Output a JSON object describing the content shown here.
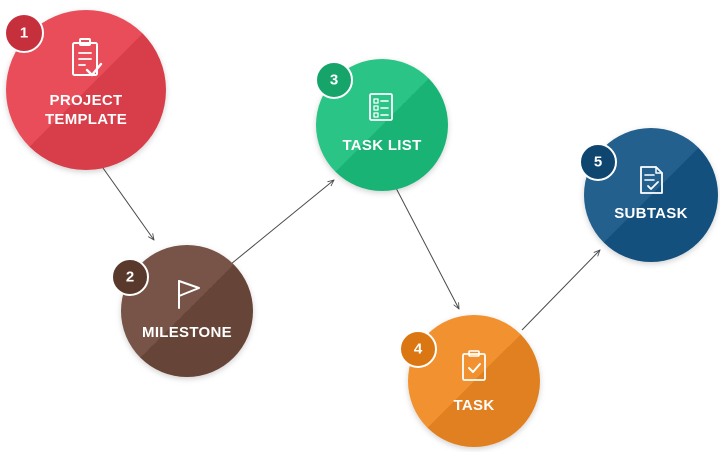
{
  "nodes": [
    {
      "number": "1",
      "label_lines": [
        "PROJECT",
        "TEMPLATE"
      ],
      "icon": "clipboard-check-icon",
      "color": "#e8424f",
      "badge_color": "#c6303c"
    },
    {
      "number": "2",
      "label_lines": [
        "MILESTONE"
      ],
      "icon": "flag-icon",
      "color": "#6e4a3a",
      "badge_color": "#59392c"
    },
    {
      "number": "3",
      "label_lines": [
        "TASK LIST"
      ],
      "icon": "checklist-icon",
      "color": "#1fc07f",
      "badge_color": "#17a46b"
    },
    {
      "number": "4",
      "label_lines": [
        "TASK"
      ],
      "icon": "clipboard-tick-icon",
      "color": "#f18a21",
      "badge_color": "#db7712"
    },
    {
      "number": "5",
      "label_lines": [
        "SUBTASK"
      ],
      "icon": "document-check-icon",
      "color": "#155686",
      "badge_color": "#0f466f"
    }
  ]
}
